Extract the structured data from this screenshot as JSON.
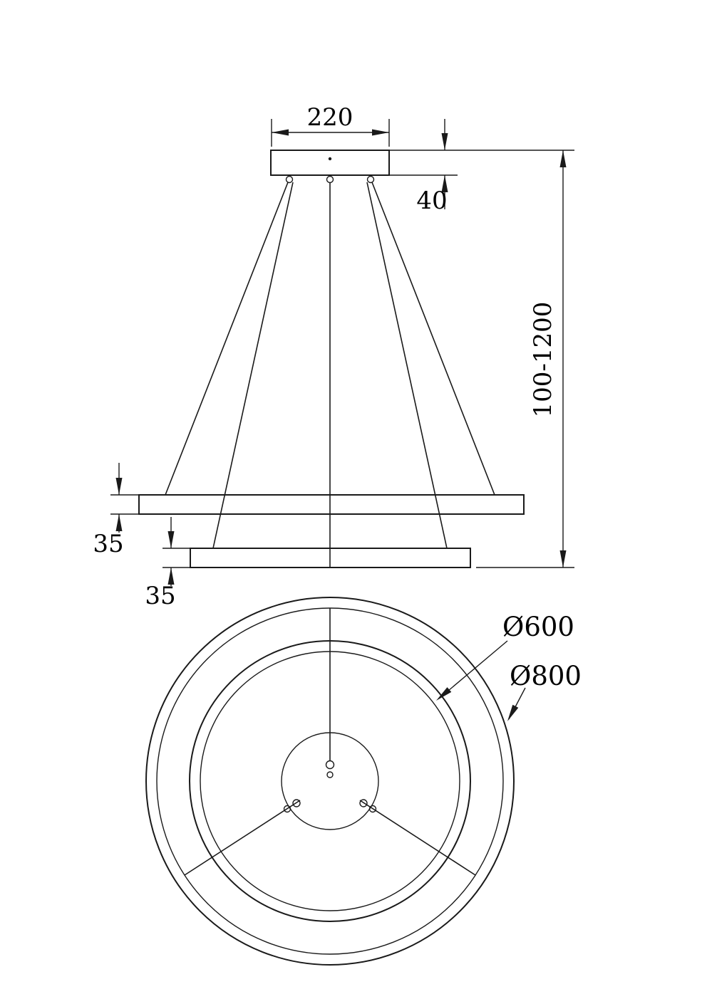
{
  "drawing": {
    "kind": "pendant-lamp-dimension-drawing",
    "colors": {
      "line": "#1a1a1a",
      "background": "#ffffff"
    },
    "front_view": {
      "canopy_width": "220",
      "canopy_height": "40",
      "suspension_range": "100-1200",
      "outer_ring_height": "35",
      "inner_ring_height": "35"
    },
    "plan_view": {
      "inner_diameter": "Ø600",
      "outer_diameter": "Ø800"
    }
  }
}
